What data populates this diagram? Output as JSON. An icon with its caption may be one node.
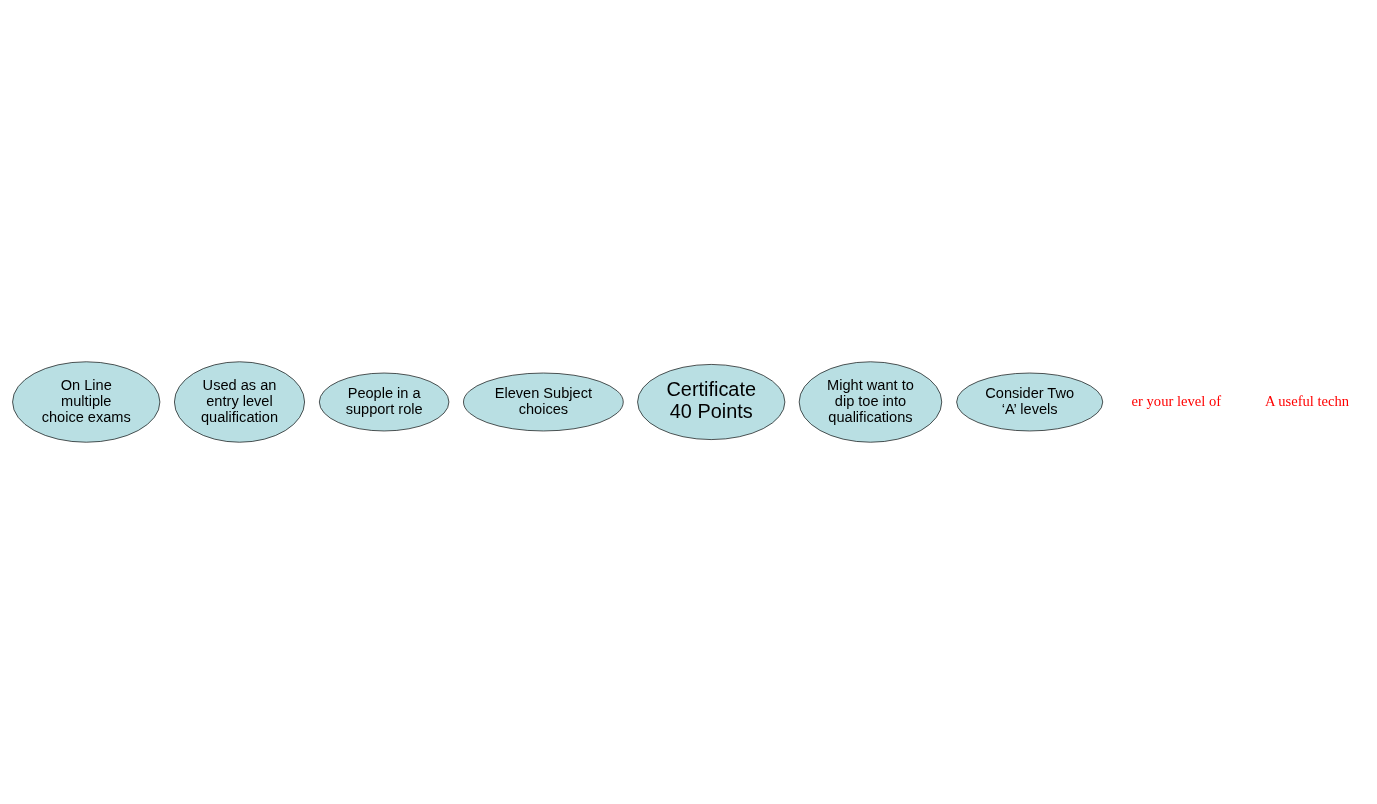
{
  "diagram": {
    "nodes": [
      {
        "text": [
          "On Line multiple choice exams"
        ]
      },
      {
        "text": [
          "Used as an entry level qualification"
        ]
      },
      {
        "text": [
          "People in a support role"
        ]
      },
      {
        "text": [
          "Eleven Subject choices"
        ]
      },
      {
        "text": [
          "Certificate 40 Points"
        ]
      },
      {
        "text": [
          "Might want to dip toe into qualifications"
        ]
      },
      {
        "text": [
          "Consider Two ‘A’ levels"
        ]
      }
    ],
    "labels": [
      "er your level of",
      "A useful techn"
    ]
  }
}
